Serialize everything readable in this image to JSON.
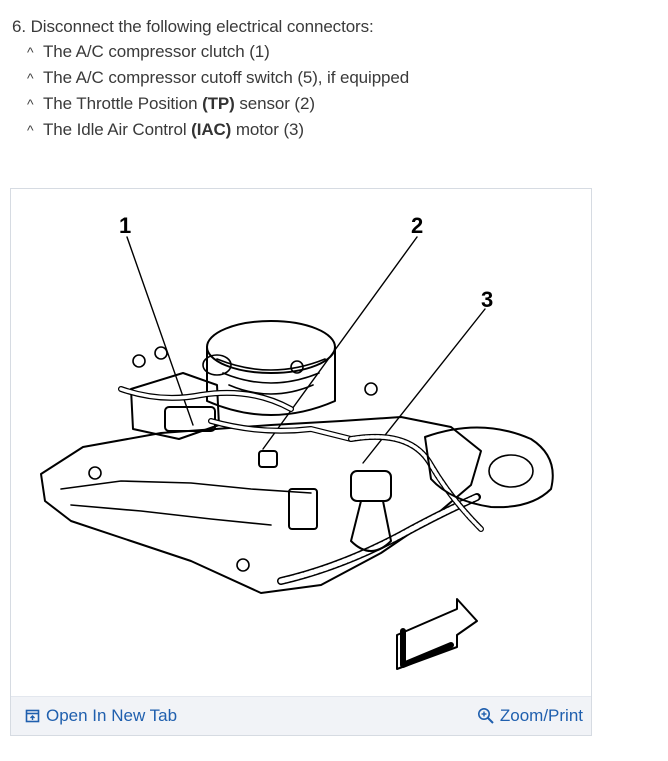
{
  "instruction": {
    "heading": "6. Disconnect the following electrical connectors:",
    "bullet_symbol": "^",
    "items": [
      {
        "pre": "The A/C compressor clutch (1)",
        "bold": "",
        "post": ""
      },
      {
        "pre": "The A/C compressor cutoff switch (5), if equipped",
        "bold": "",
        "post": ""
      },
      {
        "pre": "The Throttle Position ",
        "bold": "(TP)",
        "post": " sensor (2)"
      },
      {
        "pre": "The Idle Air Control ",
        "bold": "(IAC)",
        "post": " motor (3)"
      }
    ]
  },
  "figure": {
    "callouts": [
      "1",
      "2",
      "3"
    ],
    "open_tab_label": "Open In New Tab",
    "open_tab_icon": "open-external-icon",
    "zoom_label": "Zoom/Print",
    "zoom_icon": "magnifier-plus-icon",
    "link_color": "#1f5fae"
  }
}
